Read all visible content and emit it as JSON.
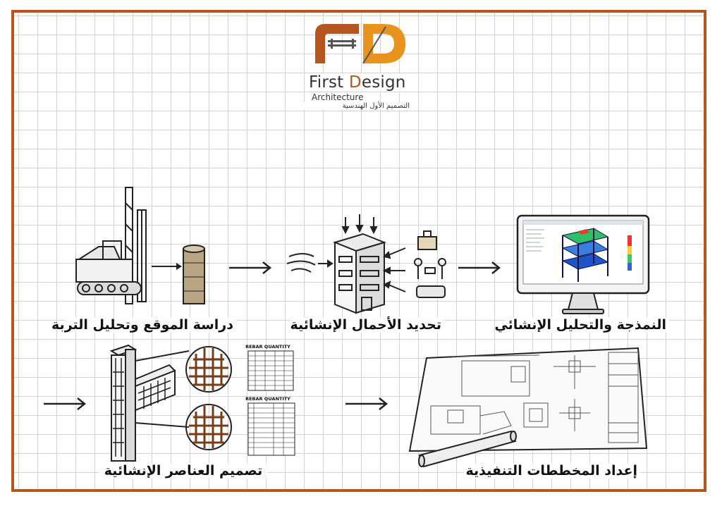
{
  "brand": {
    "name_first": "First ",
    "name_d": "D",
    "name_rest": "esign",
    "subtitle": "Architecture",
    "arabic_name": "التصميم الأول الهندسية",
    "accent_color": "#b5561e"
  },
  "steps": [
    {
      "label": "دراسة الموقع وتحليل التربة",
      "icon": "drilling-rig-and-soil-sample-icon"
    },
    {
      "label": "تحديد الأحمال الإنشائية",
      "icon": "building-loads-icon"
    },
    {
      "label": "النمذجة والتحليل الإنشائي",
      "icon": "monitor-structural-model-icon"
    },
    {
      "label": "تصميم العناصر الإنشائية",
      "icon": "column-beam-reinforcement-icon"
    },
    {
      "label": "إعداد المخططات التنفيذية",
      "icon": "blueprint-drawings-icon"
    }
  ],
  "tables": {
    "table1_title": "REBAR QUANTITY",
    "table2_title": "REBAR QUANTITY"
  }
}
